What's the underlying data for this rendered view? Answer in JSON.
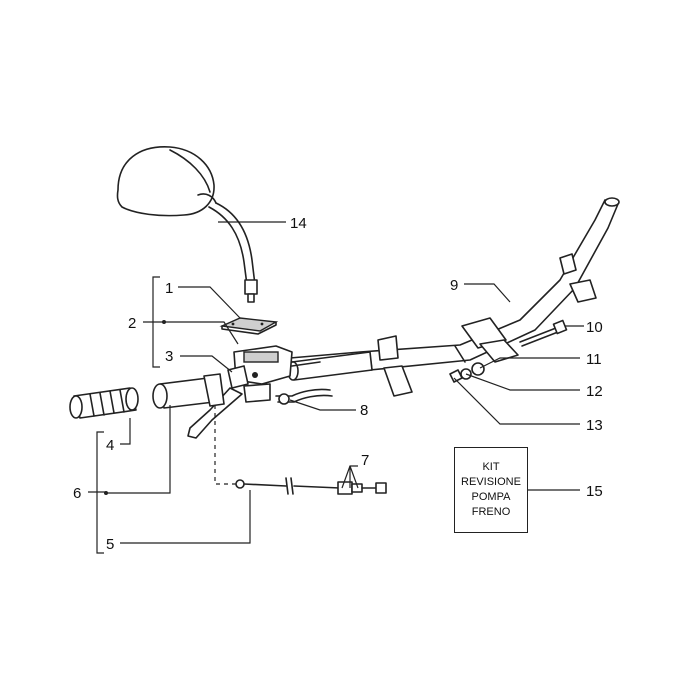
{
  "callouts": {
    "c1": "1",
    "c2": "2",
    "c3": "3",
    "c4": "4",
    "c5": "5",
    "c6": "6",
    "c7": "7",
    "c8": "8",
    "c9": "9",
    "c10": "10",
    "c11": "11",
    "c12": "12",
    "c13": "13",
    "c14": "14",
    "c15": "15"
  },
  "kit_box": {
    "line1": "KIT",
    "line2": "REVISIONE",
    "line3": "POMPA",
    "line4": "FRENO"
  }
}
